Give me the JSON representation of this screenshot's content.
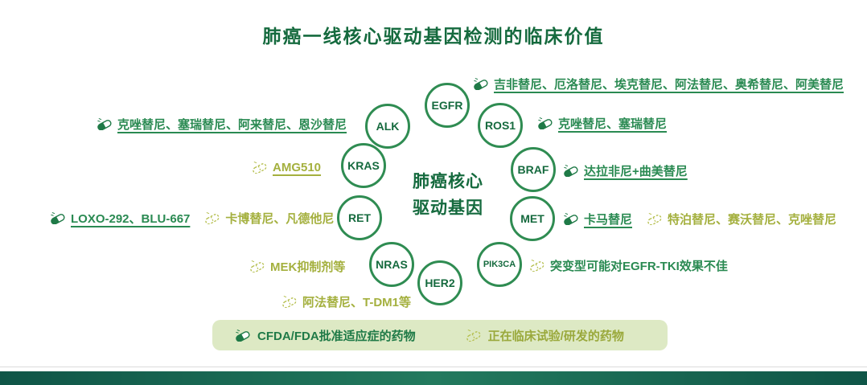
{
  "title": "肺癌一线核心驱动基因检测的临床价值",
  "center": {
    "line1": "肺癌核心",
    "line2": "驱动基因"
  },
  "genes": {
    "egfr": "EGFR",
    "alk": "ALK",
    "ros1": "ROS1",
    "kras": "KRAS",
    "braf": "BRAF",
    "ret": "RET",
    "met": "MET",
    "nras": "NRAS",
    "her2": "HER2",
    "pik3ca": "PIK3CA"
  },
  "annotations": {
    "egfr": {
      "approved": "吉非替尼、厄洛替尼、埃克替尼、阿法替尼、奥希替尼、阿美替尼"
    },
    "alk": {
      "approved": "克唑替尼、塞瑞替尼、阿来替尼、恩沙替尼"
    },
    "ros1": {
      "approved": "克唑替尼、塞瑞替尼"
    },
    "kras": {
      "trial": "AMG510"
    },
    "braf": {
      "approved": "达拉非尼+曲美替尼"
    },
    "ret": {
      "approved": "LOXO-292、BLU-667",
      "trial": "卡博替尼、凡德他尼"
    },
    "met": {
      "approved": "卡马替尼",
      "trial": "特泊替尼、赛沃替尼、克唑替尼"
    },
    "nras": {
      "trial": "MEK抑制剂等"
    },
    "her2": {
      "trial": "阿法替尼、T-DM1等"
    },
    "pik3ca": {
      "note": "突变型可能对EGFR-TKI效果不佳"
    }
  },
  "legend": {
    "approved_label": "CFDA/FDA批准适应症的药物",
    "trial_label": "正在临床试验/研发的药物"
  },
  "icons": {
    "approved": "solid-pill-icon",
    "trial": "dashed-pill-icon"
  },
  "colors": {
    "title_green": "#156a3e",
    "approved_text": "#2a8a52",
    "trial_text": "#a4b03e",
    "circle_border": "#2f8c52",
    "legend_bg": "#dde9c4",
    "footer_bar": "#0f5547"
  }
}
